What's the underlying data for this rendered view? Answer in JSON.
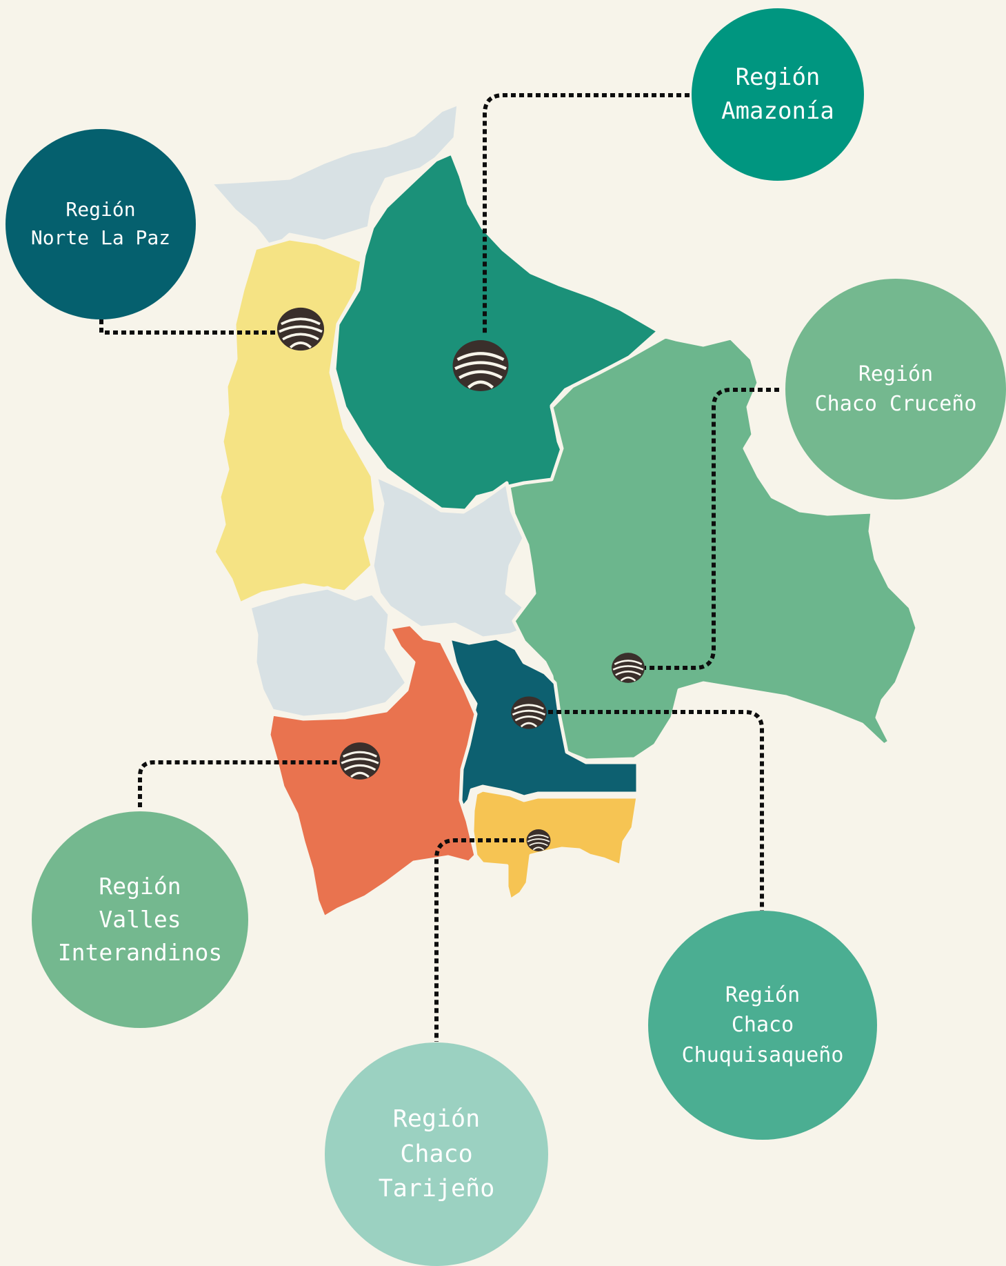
{
  "colors": {
    "background": "#f7f4ea",
    "gray_region": "#d8e1e4",
    "yellow_region": "#f5e384",
    "amazonia_region": "#1b9179",
    "cruceno_region": "#6cb68d",
    "orange_region": "#e9734f",
    "chuquisaqueno_region": "#0d6070",
    "tarijeno_region": "#f6c453",
    "marker": "#3a2f2b"
  },
  "marker_icon": "layered-dome-marker-icon",
  "regions": [
    {
      "id": "norte_la_paz",
      "label": "Región\nNorte La Paz",
      "circle_color": "#05606e"
    },
    {
      "id": "amazonia",
      "label": "Región\nAmazonía",
      "circle_color": "#009680"
    },
    {
      "id": "chaco_cruceno",
      "label": "Región\nChaco Cruceño",
      "circle_color": "#74b88f"
    },
    {
      "id": "valles_interandinos",
      "label": "Región\nValles\nInterandinos",
      "circle_color": "#74b88f"
    },
    {
      "id": "chaco_chuquisaqueno",
      "label": "Región\nChaco\nChuquisaqueño",
      "circle_color": "#4bae92"
    },
    {
      "id": "chaco_tarijeno",
      "label": "Región\nChaco\nTarijeño",
      "circle_color": "#9bd1c1"
    }
  ]
}
